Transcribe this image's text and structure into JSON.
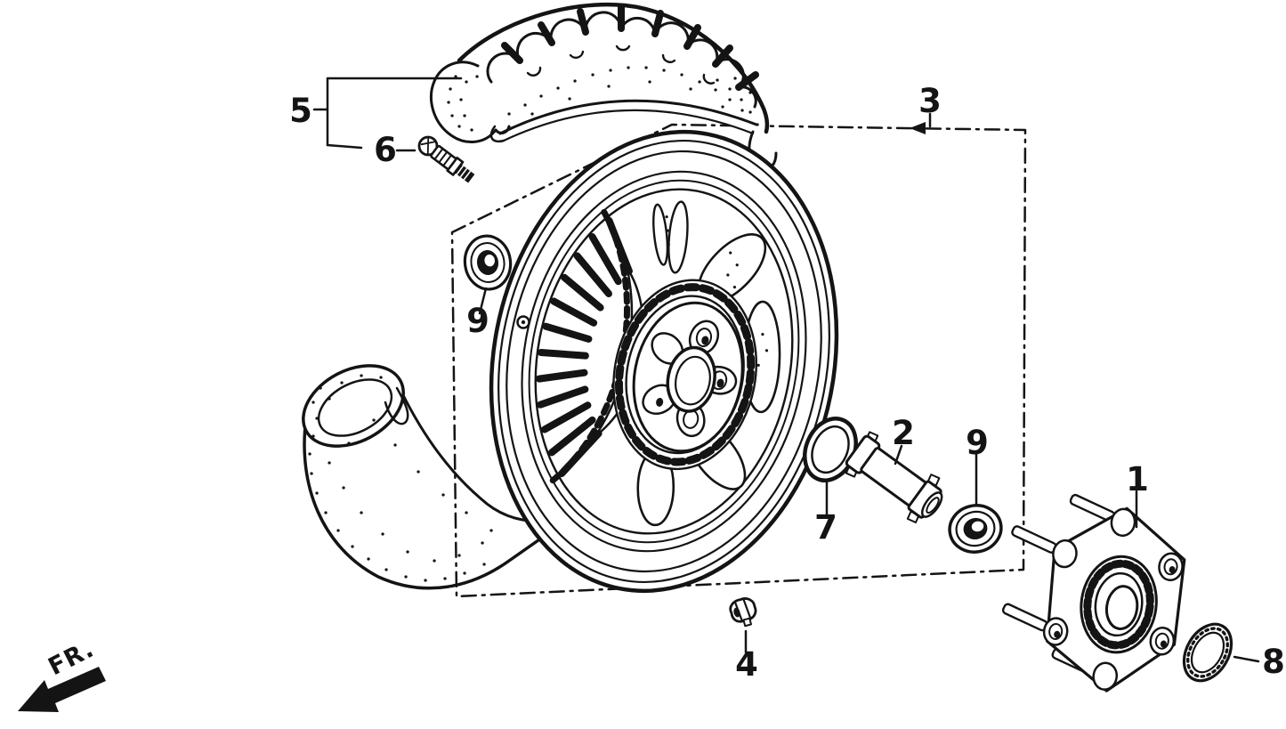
{
  "callouts": {
    "c1": "1",
    "c2": "2",
    "c3": "3",
    "c4": "4",
    "c5": "5",
    "c6": "6",
    "c7": "7",
    "c8": "8",
    "c9_left": "9",
    "c9_right": "9"
  },
  "fr_label": "FR.",
  "colors": {
    "ink": "#141414",
    "paper": "#ffffff"
  }
}
